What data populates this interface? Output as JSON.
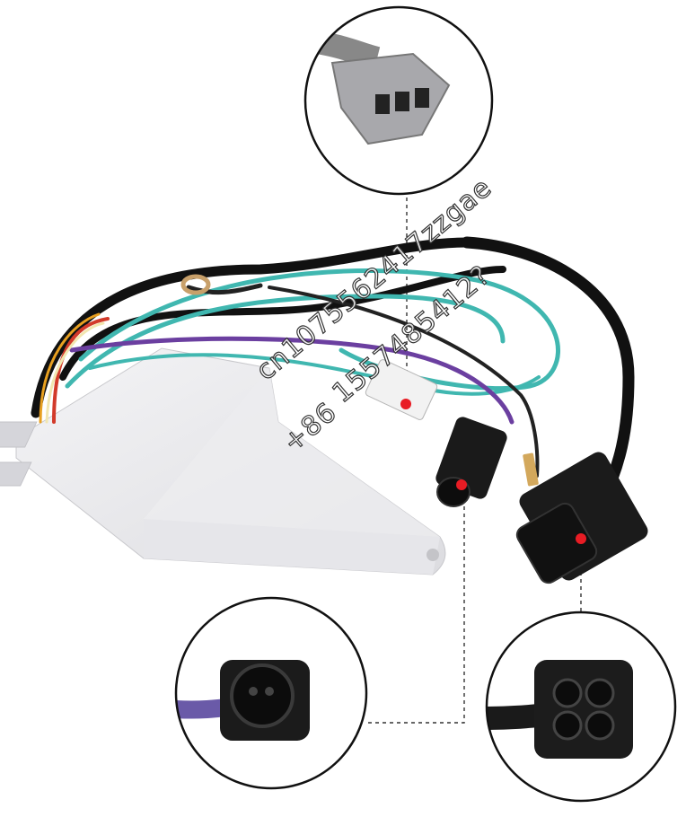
{
  "watermark": {
    "line1": "cn1075562417zzgae",
    "line2": "1557485412?",
    "line3": "+86"
  }
}
